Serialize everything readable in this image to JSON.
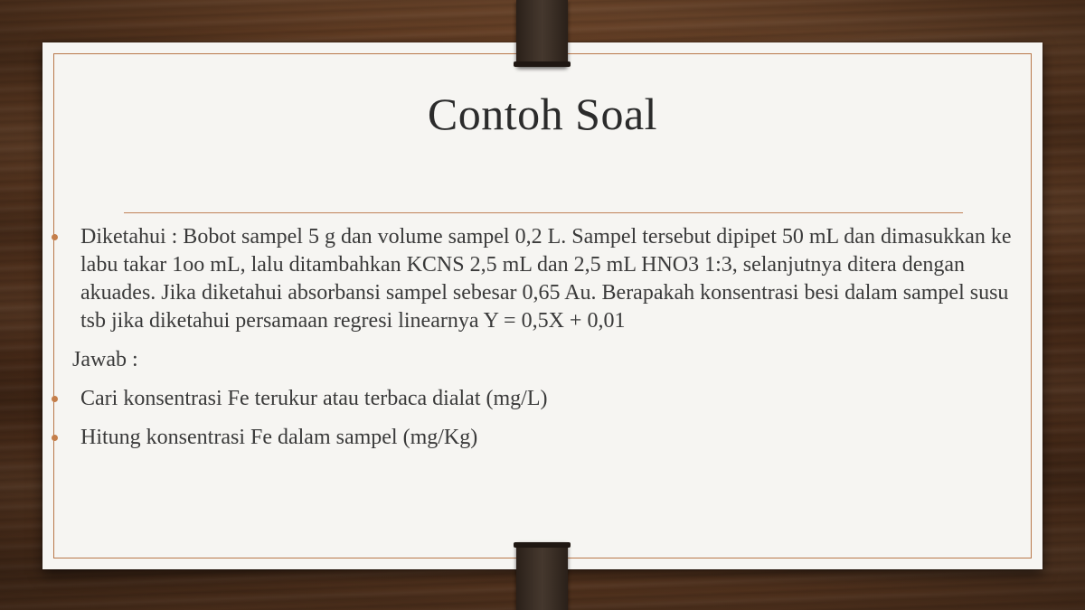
{
  "slide": {
    "title": "Contoh Soal",
    "accent_color": "#c47e4a",
    "items": [
      {
        "type": "bullet",
        "text": "Diketahui : Bobot sampel  5 g dan volume sampel 0,2 L. Sampel tersebut dipipet 50 mL dan dimasukkan ke labu takar 1oo mL, lalu ditambahkan KCNS 2,5 mL  dan 2,5 mL HNO3 1:3, selanjutnya ditera dengan akuades. Jika diketahui absorbansi sampel sebesar 0,65 Au. Berapakah  konsentrasi besi dalam sampel susu tsb jika diketahui persamaan regresi linearnya Y = 0,5X + 0,01"
      },
      {
        "type": "plain",
        "text": "Jawab :"
      },
      {
        "type": "bullet",
        "text": "Cari konsentrasi Fe terukur  atau terbaca dialat (mg/L)"
      },
      {
        "type": "bullet",
        "text": "Hitung konsentrasi Fe dalam   sampel (mg/Kg)"
      }
    ]
  }
}
